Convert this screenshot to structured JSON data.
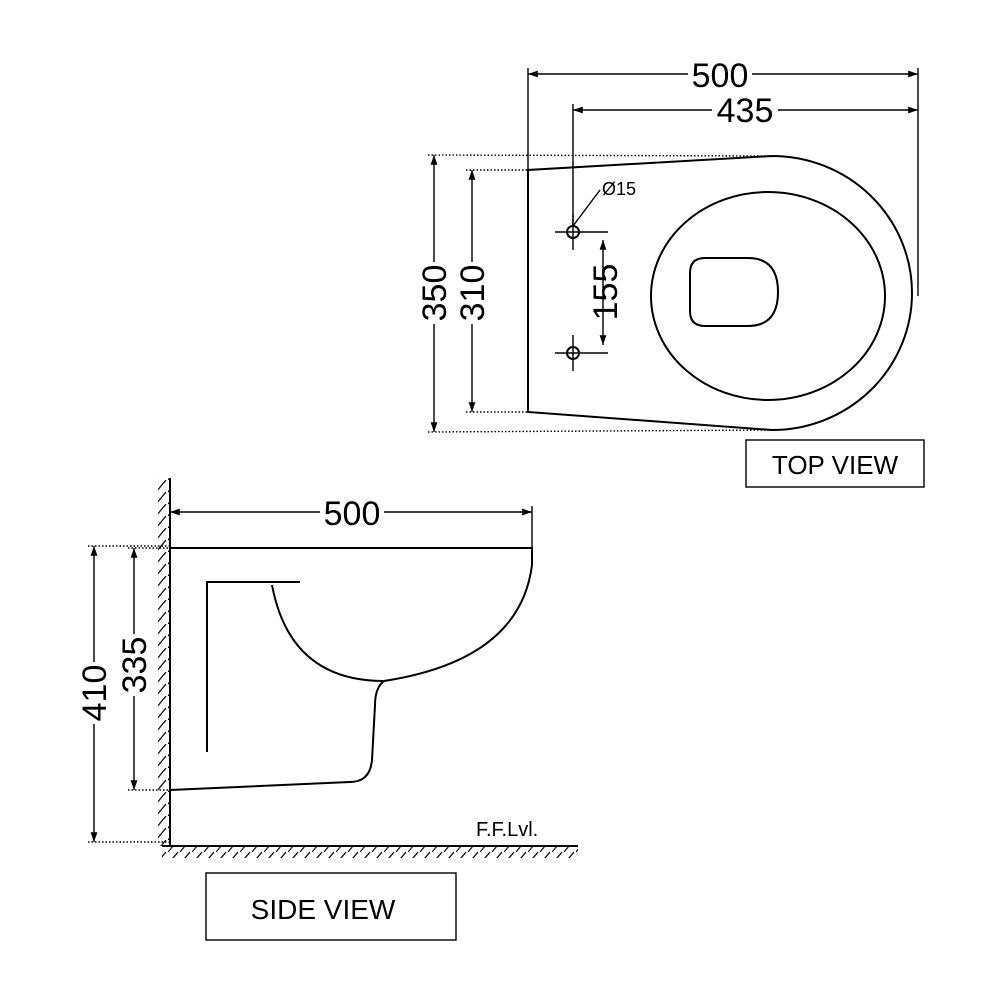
{
  "top_view": {
    "label": "TOP VIEW",
    "dims": {
      "overall_length": "500",
      "fixing_to_front": "435",
      "overall_width": "350",
      "rear_width": "310",
      "bolt_spacing": "155",
      "bolt_diameter": "Ø15"
    }
  },
  "side_view": {
    "label": "SIDE VIEW",
    "dims": {
      "overall_length": "500",
      "rim_height": "410",
      "base_height": "335"
    },
    "floor_label": "F.F.Lvl."
  }
}
